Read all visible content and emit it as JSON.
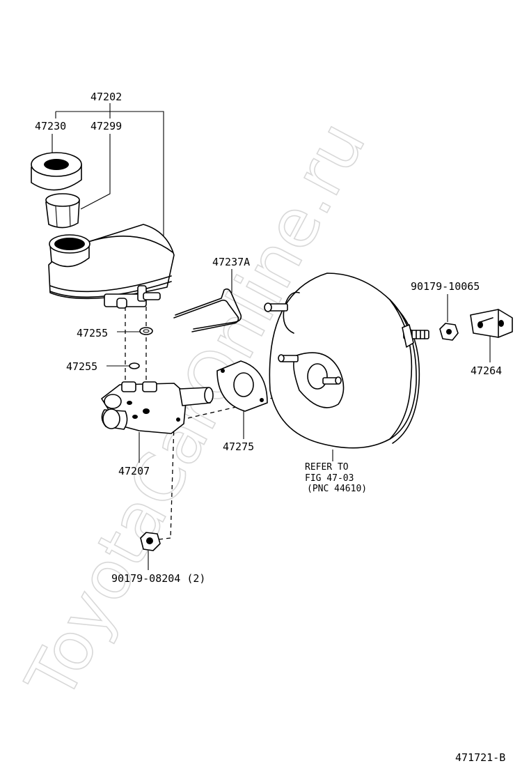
{
  "watermark": "ToyotaCarOnline.ru",
  "figure_code": "471721-B",
  "parts": {
    "reservoir_assy": "47202",
    "cap": "47230",
    "strainer": "47299",
    "clamp": "47237A",
    "grommet_upper": "47255",
    "grommet_lower": "47255",
    "gasket": "47275",
    "master_cylinder": "47207",
    "nut_lower": "90179-08204 (2)",
    "nut_right": "90179-10065",
    "bracket": "47264"
  },
  "booster_note": {
    "line1": "REFER TO",
    "line2": "FIG 47-03",
    "line3": "(PNC 44610)"
  }
}
